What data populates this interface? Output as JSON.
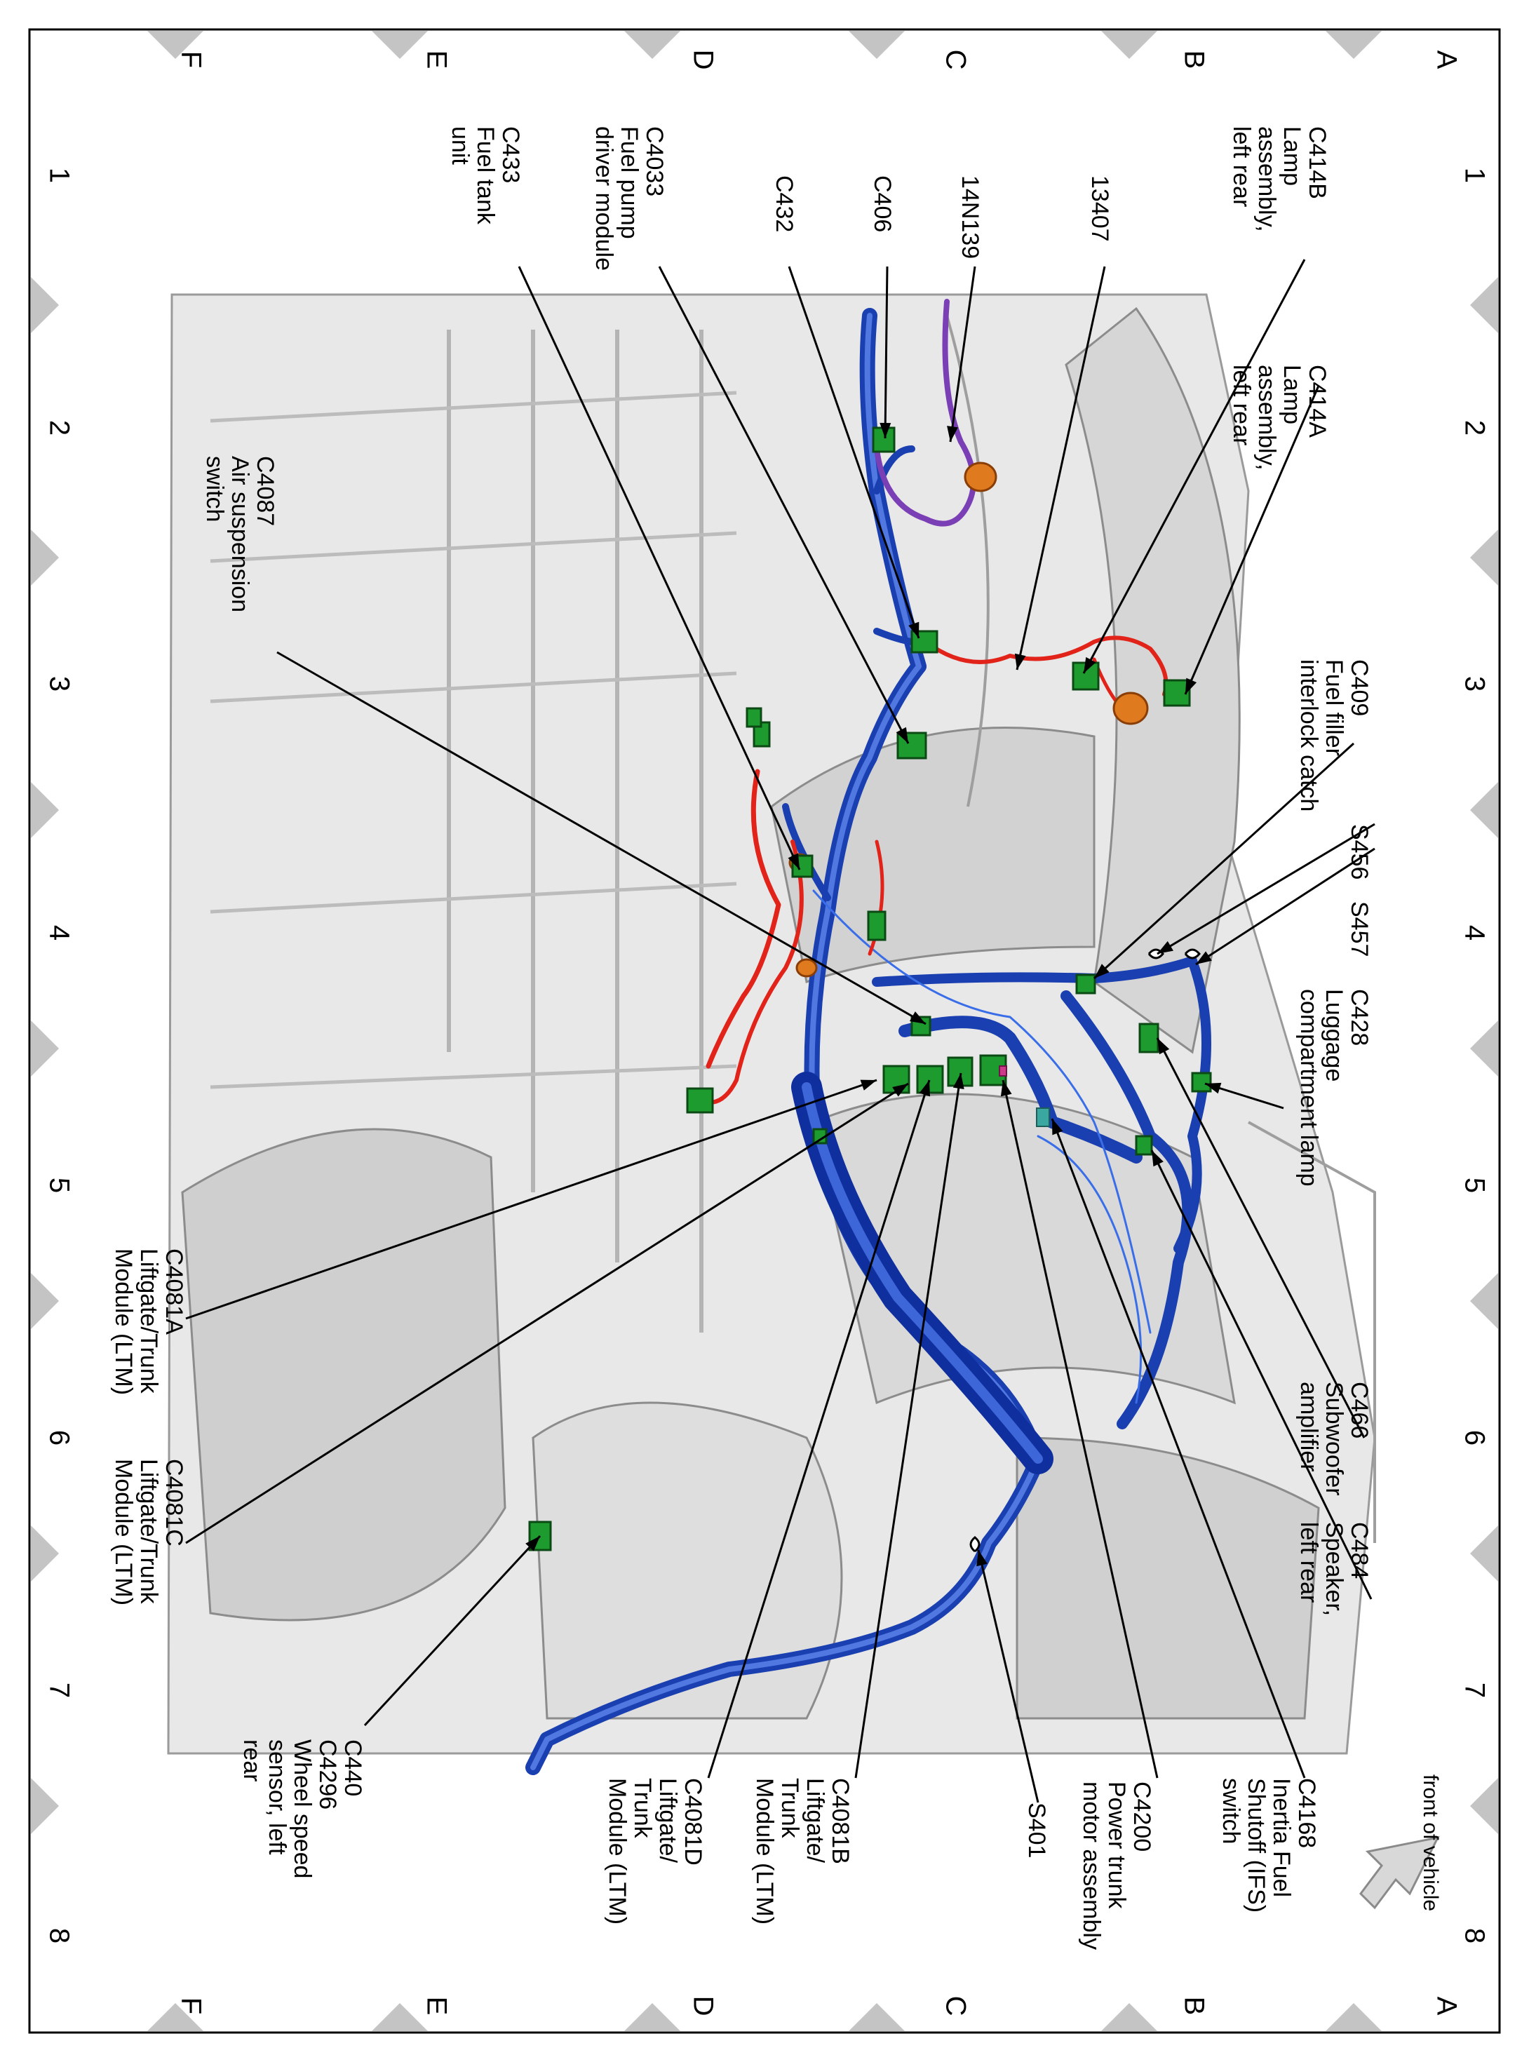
{
  "grid": {
    "rows": [
      "A",
      "B",
      "C",
      "D",
      "E",
      "F"
    ],
    "columns": [
      "1",
      "2",
      "3",
      "4",
      "5",
      "6",
      "7",
      "8"
    ]
  },
  "callouts": [
    {
      "id": "c414b",
      "lines": [
        "C414B",
        "Lamp",
        "assembly,",
        "left rear"
      ]
    },
    {
      "id": "c414a",
      "lines": [
        "C414A",
        "Lamp",
        "assembly,",
        "left rear"
      ]
    },
    {
      "id": "c409",
      "lines": [
        "C409",
        "Fuel filler",
        "interlock catch"
      ]
    },
    {
      "id": "s456",
      "lines": [
        "S456"
      ]
    },
    {
      "id": "s457",
      "lines": [
        "S457"
      ]
    },
    {
      "id": "c428",
      "lines": [
        "C428",
        "Luggage",
        "compartment lamp"
      ]
    },
    {
      "id": "c466",
      "lines": [
        "C466",
        "Subwoofer",
        "amplifier"
      ]
    },
    {
      "id": "c484",
      "lines": [
        "C484",
        "Speaker,",
        "left rear"
      ]
    },
    {
      "id": "c4168",
      "lines": [
        "C4168",
        "Inertia Fuel",
        "Shutoff (IFS)",
        "switch"
      ]
    },
    {
      "id": "c4200",
      "lines": [
        "C4200",
        "Power trunk",
        "motor assembly"
      ]
    },
    {
      "id": "s401",
      "lines": [
        "S401"
      ]
    },
    {
      "id": "c4081b",
      "lines": [
        "C4081B",
        "Liftgate/",
        "Trunk",
        "Module (LTM)"
      ]
    },
    {
      "id": "c4081d",
      "lines": [
        "C4081D",
        "Liftgate/",
        "Trunk",
        "Module (LTM)"
      ]
    },
    {
      "id": "c440",
      "lines": [
        "C440",
        "C4296",
        "Wheel speed",
        "sensor, left",
        "rear"
      ]
    },
    {
      "id": "c4081c",
      "lines": [
        "C4081C",
        "Liftgate/Trunk",
        "Module (LTM)"
      ]
    },
    {
      "id": "c4081a",
      "lines": [
        "C4081A",
        "Liftgate/Trunk",
        "Module (LTM)"
      ]
    },
    {
      "id": "c4087",
      "lines": [
        "C4087",
        "Air suspension",
        "switch"
      ]
    },
    {
      "id": "13407",
      "lines": [
        "13407"
      ]
    },
    {
      "id": "14n139",
      "lines": [
        "14N139"
      ]
    },
    {
      "id": "c406",
      "lines": [
        "C406"
      ]
    },
    {
      "id": "c432",
      "lines": [
        "C432"
      ]
    },
    {
      "id": "c4033",
      "lines": [
        "C4033",
        "Fuel pump",
        "driver module"
      ]
    },
    {
      "id": "c433",
      "lines": [
        "C433",
        "Fuel tank",
        "unit"
      ]
    }
  ],
  "front_indicator": "front of vehicle",
  "colors": {
    "harness_blue": "#1f4fc4",
    "harness_red": "#e2231a",
    "harness_purple": "#7b3fb5",
    "connector_green": "#1e9b2e",
    "body_gray": "#c9c9c9"
  }
}
